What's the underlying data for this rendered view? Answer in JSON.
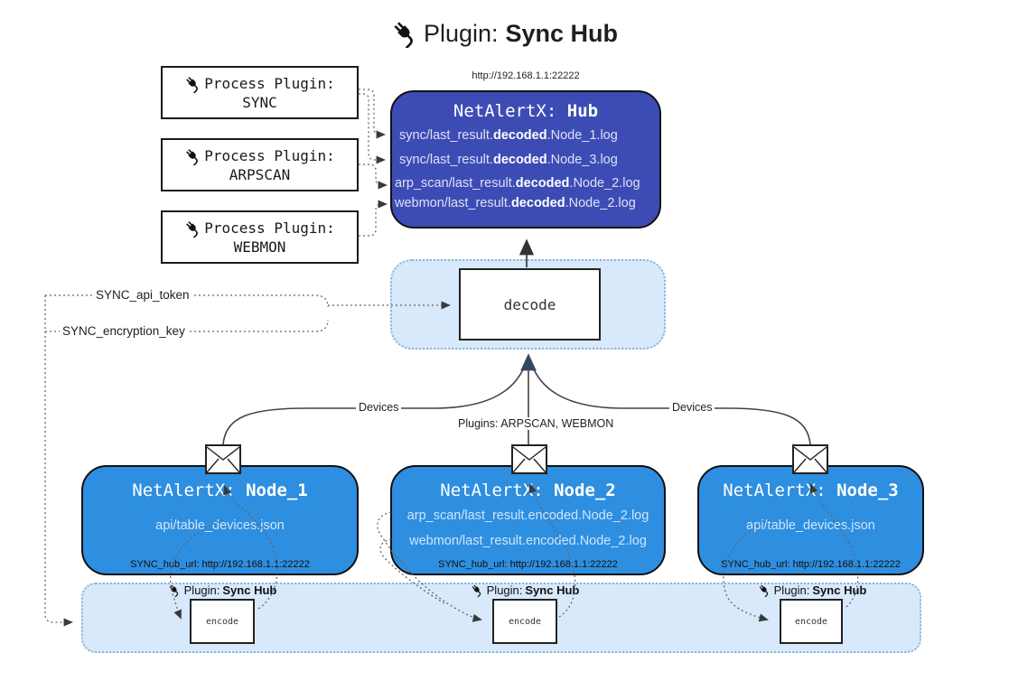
{
  "title": {
    "icon": "plug-icon",
    "prefix": "Plugin:",
    "bold": "Sync Hub"
  },
  "hub": {
    "url": "http://192.168.1.1:22222",
    "name_prefix": "NetAlertX: ",
    "name_bold": "Hub",
    "logs": [
      {
        "pre": "sync/last_result.",
        "bold": "decoded",
        "post": ".Node_1.log"
      },
      {
        "pre": "sync/last_result.",
        "bold": "decoded",
        "post": ".Node_3.log"
      },
      {
        "pre": "arp_scan/last_result.",
        "bold": "decoded",
        "post": ".Node_2.log"
      },
      {
        "pre": "webmon/last_result.",
        "bold": "decoded",
        "post": ".Node_2.log"
      }
    ]
  },
  "process_plugins": [
    {
      "label": "Process Plugin:",
      "name": "SYNC"
    },
    {
      "label": "Process Plugin:",
      "name": "ARPSCAN"
    },
    {
      "label": "Process Plugin:",
      "name": "WEBMON"
    }
  ],
  "decode": {
    "label": "decode"
  },
  "settings": {
    "api_token": "SYNC_api_token",
    "encryption_key": "SYNC_encryption_key"
  },
  "edges": {
    "devices_left": "Devices",
    "devices_right": "Devices",
    "plugins_mid": "Plugins: ARPSCAN, WEBMON"
  },
  "nodes": [
    {
      "name_prefix": "NetAlertX: ",
      "name_bold": "Node_1",
      "files": [
        "api/table_devices.json"
      ],
      "hub_url": "SYNC_hub_url: http://192.168.1.1:22222"
    },
    {
      "name_prefix": "NetAlertX: ",
      "name_bold": "Node_2",
      "files": [
        "arp_scan/last_result.encoded.Node_2.log",
        "webmon/last_result.encoded.Node_2.log"
      ],
      "hub_url": "SYNC_hub_url: http://192.168.1.1:22222"
    },
    {
      "name_prefix": "NetAlertX: ",
      "name_bold": "Node_3",
      "files": [
        "api/table_devices.json"
      ],
      "hub_url": "SYNC_hub_url: http://192.168.1.1:22222"
    }
  ],
  "sync_strip": {
    "label_prefix": "Plugin:",
    "label_bold": "Sync Hub",
    "encode_label": "encode"
  },
  "colors": {
    "hub_fill": "#3d4cb5",
    "node_fill": "#2e8ee0",
    "container_fill": "#d7e9fa",
    "solid_line": "#444444",
    "dotted_line": "#666666",
    "arrow_navy": "#34495e"
  }
}
